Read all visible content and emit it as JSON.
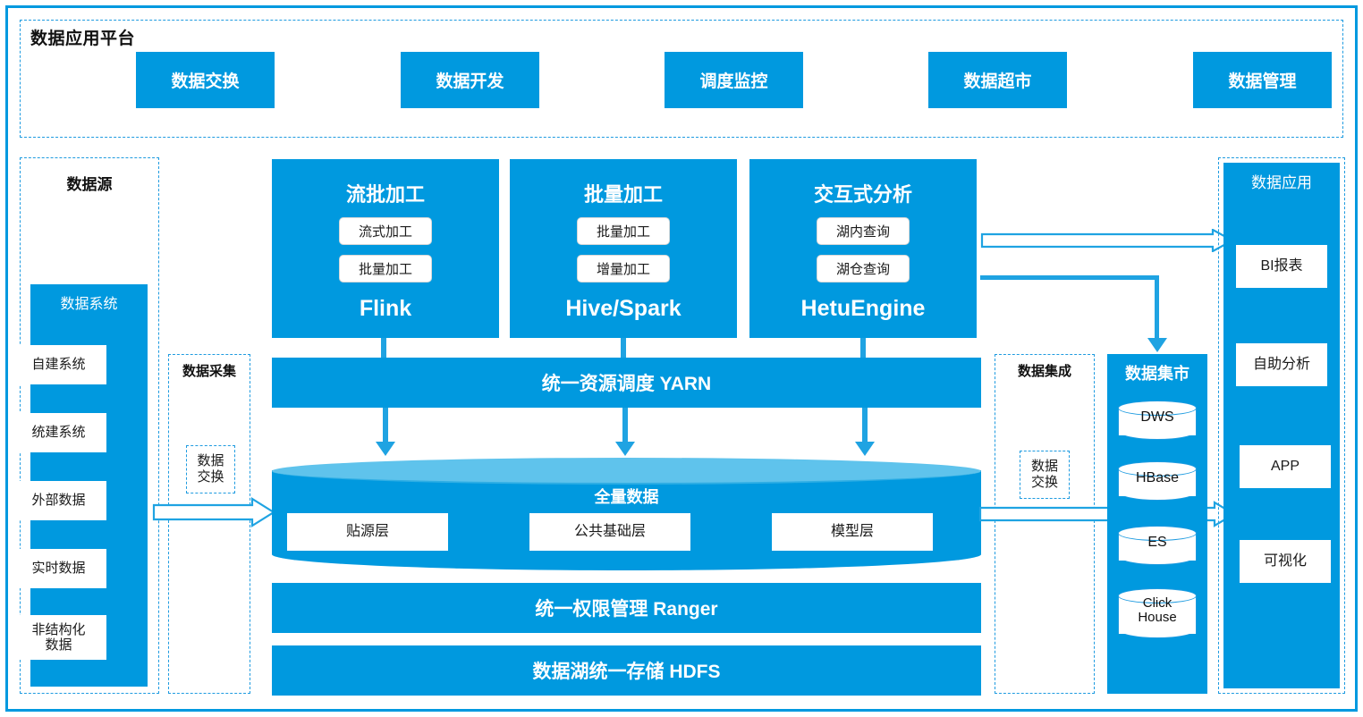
{
  "platform": {
    "title": "数据应用平台",
    "cards": [
      {
        "label": "数据交换"
      },
      {
        "label": "数据开发"
      },
      {
        "label": "调度监控"
      },
      {
        "label": "数据超市"
      },
      {
        "label": "数据管理"
      }
    ]
  },
  "data_source": {
    "title": "数据源",
    "system_title": "数据系统",
    "items": [
      {
        "label": "自建系统"
      },
      {
        "label": "统建系统"
      },
      {
        "label": "外部数据"
      },
      {
        "label": "实时数据"
      },
      {
        "label": "非结构化\n数据"
      }
    ]
  },
  "data_collection": {
    "title": "数据采集",
    "exchange": "数据\n交换"
  },
  "engines": [
    {
      "title": "流批加工",
      "pills": [
        "流式加工",
        "批量加工"
      ],
      "footer": "Flink"
    },
    {
      "title": "批量加工",
      "pills": [
        "批量加工",
        "增量加工"
      ],
      "footer": "Hive/Spark"
    },
    {
      "title": "交互式分析",
      "pills": [
        "湖内查询",
        "湖仓查询"
      ],
      "footer": "HetuEngine"
    }
  ],
  "platform_bars": {
    "yarn": "统一资源调度 YARN",
    "ranger": "统一权限管理 Ranger",
    "hdfs": "数据湖统一存储 HDFS"
  },
  "data_lake": {
    "title": "全量数据",
    "layers": [
      {
        "label": "贴源层"
      },
      {
        "label": "公共基础层"
      },
      {
        "label": "模型层"
      }
    ]
  },
  "data_integration": {
    "title": "数据集成",
    "exchange": "数据\n交换"
  },
  "data_mart": {
    "title": "数据集市",
    "stores": [
      {
        "label": "DWS"
      },
      {
        "label": "HBase"
      },
      {
        "label": "ES"
      },
      {
        "label": "Click\nHouse"
      }
    ]
  },
  "data_application": {
    "title": "数据应用",
    "items": [
      {
        "label": "BI报表"
      },
      {
        "label": "自助分析"
      },
      {
        "label": "APP"
      },
      {
        "label": "可视化"
      }
    ]
  },
  "colors": {
    "primary_blue": "#0099DF",
    "outline_blue": "#1E9BE0",
    "lake_top": "#5FC3EC",
    "connector_blue": "#1FA3E2"
  }
}
